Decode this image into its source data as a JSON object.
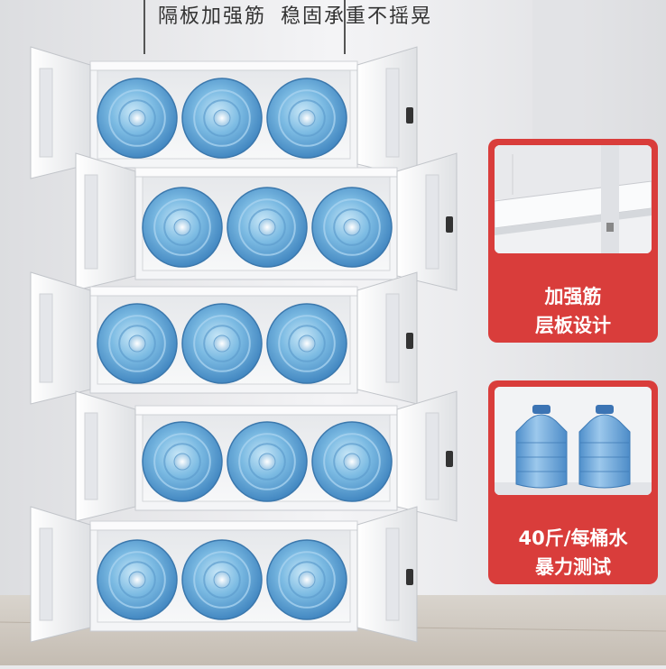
{
  "headline": {
    "part1": "隔板加强筋",
    "part2": "稳固承重不摇晃"
  },
  "cards": [
    {
      "line1": "加强筋",
      "line2": "层板设计"
    },
    {
      "line1": "40斤/每桶水",
      "line2": "暴力测试"
    }
  ],
  "colors": {
    "accent_red": "#d93d3b",
    "bottle_blue": "#5fa3d6",
    "cabinet_white": "#f2f3f5",
    "background": "#e9eaec"
  }
}
